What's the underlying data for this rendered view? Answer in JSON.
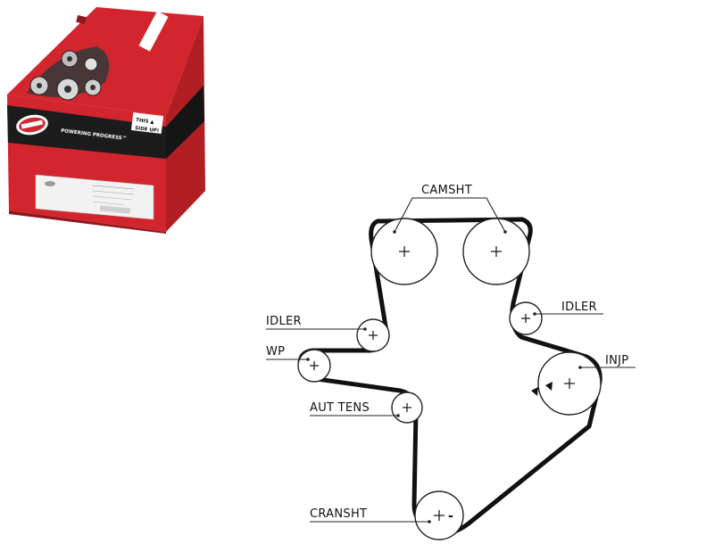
{
  "product_box": {
    "brand_tagline": "POWERING PROGRESS™",
    "orientation_line1": "THIS ▲",
    "orientation_line2": "SIDE UP!",
    "colors": {
      "box_red": "#d3252d",
      "box_dark_red": "#a31a20",
      "band_black": "#1c1c1c"
    }
  },
  "diagram": {
    "belt_color": "#111111",
    "labels": {
      "camshaft": "CAMSHT",
      "idler_left": "IDLER",
      "idler_right": "IDLER",
      "water_pump": "WP",
      "injection_pump": "INJP",
      "auto_tensioner": "AUT TENS",
      "crankshaft": "CRANSHT"
    },
    "crank_minus": "-"
  }
}
